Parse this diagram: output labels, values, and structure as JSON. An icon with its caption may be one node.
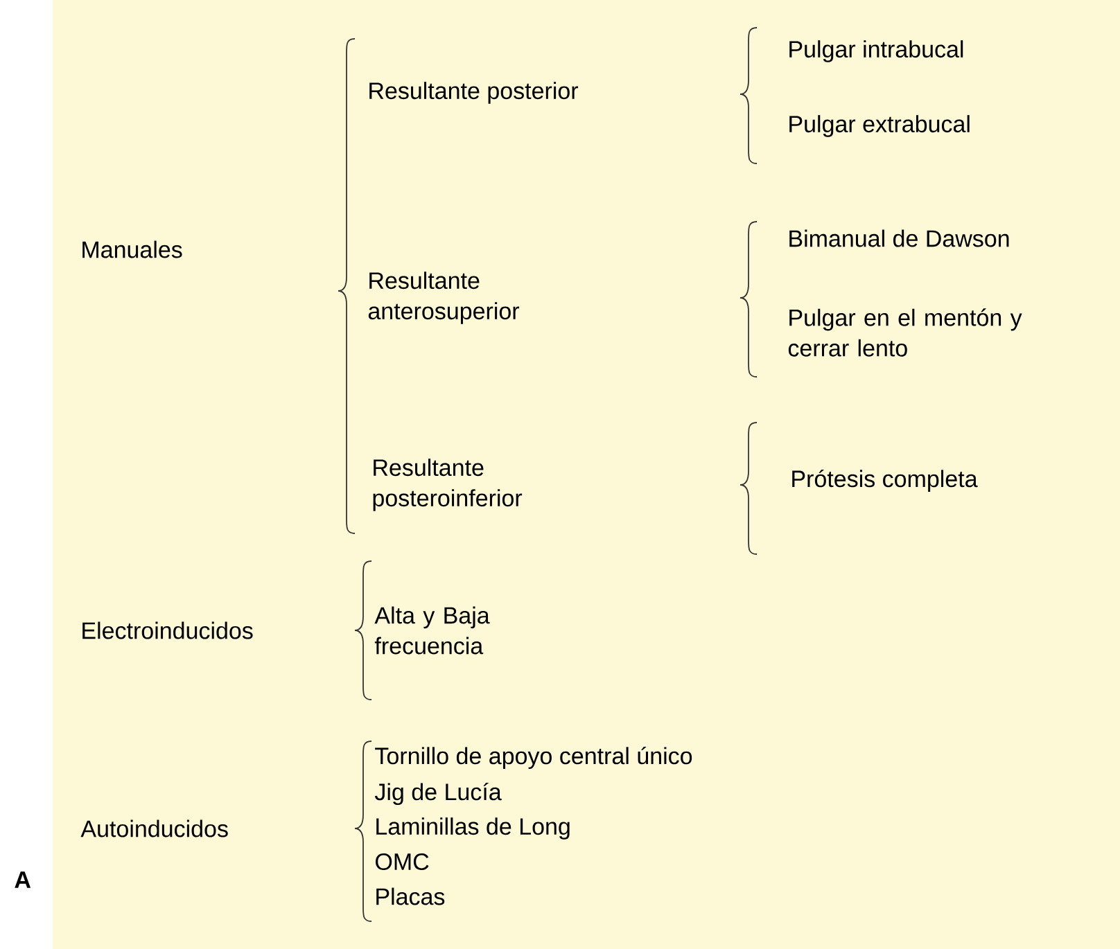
{
  "diagram": {
    "labels": [
      "Manuales",
      "Resultante posterior",
      "Pulgar intrabucal",
      "Pulgar extrabucal",
      "Resultante anterosuperior",
      "Bimanual de Dawson",
      "Pulgar en el mentón y cerrar lento",
      "Resultante posteroinferior",
      "Prótesis completa",
      "Electroinducidos",
      "Alta y Baja frecuencia",
      "Autoinducidos",
      "Tornillo de apoyo central único",
      "Jig de Lucía",
      "Laminillas de Long",
      "OMC",
      "Placas",
      "A"
    ]
  }
}
